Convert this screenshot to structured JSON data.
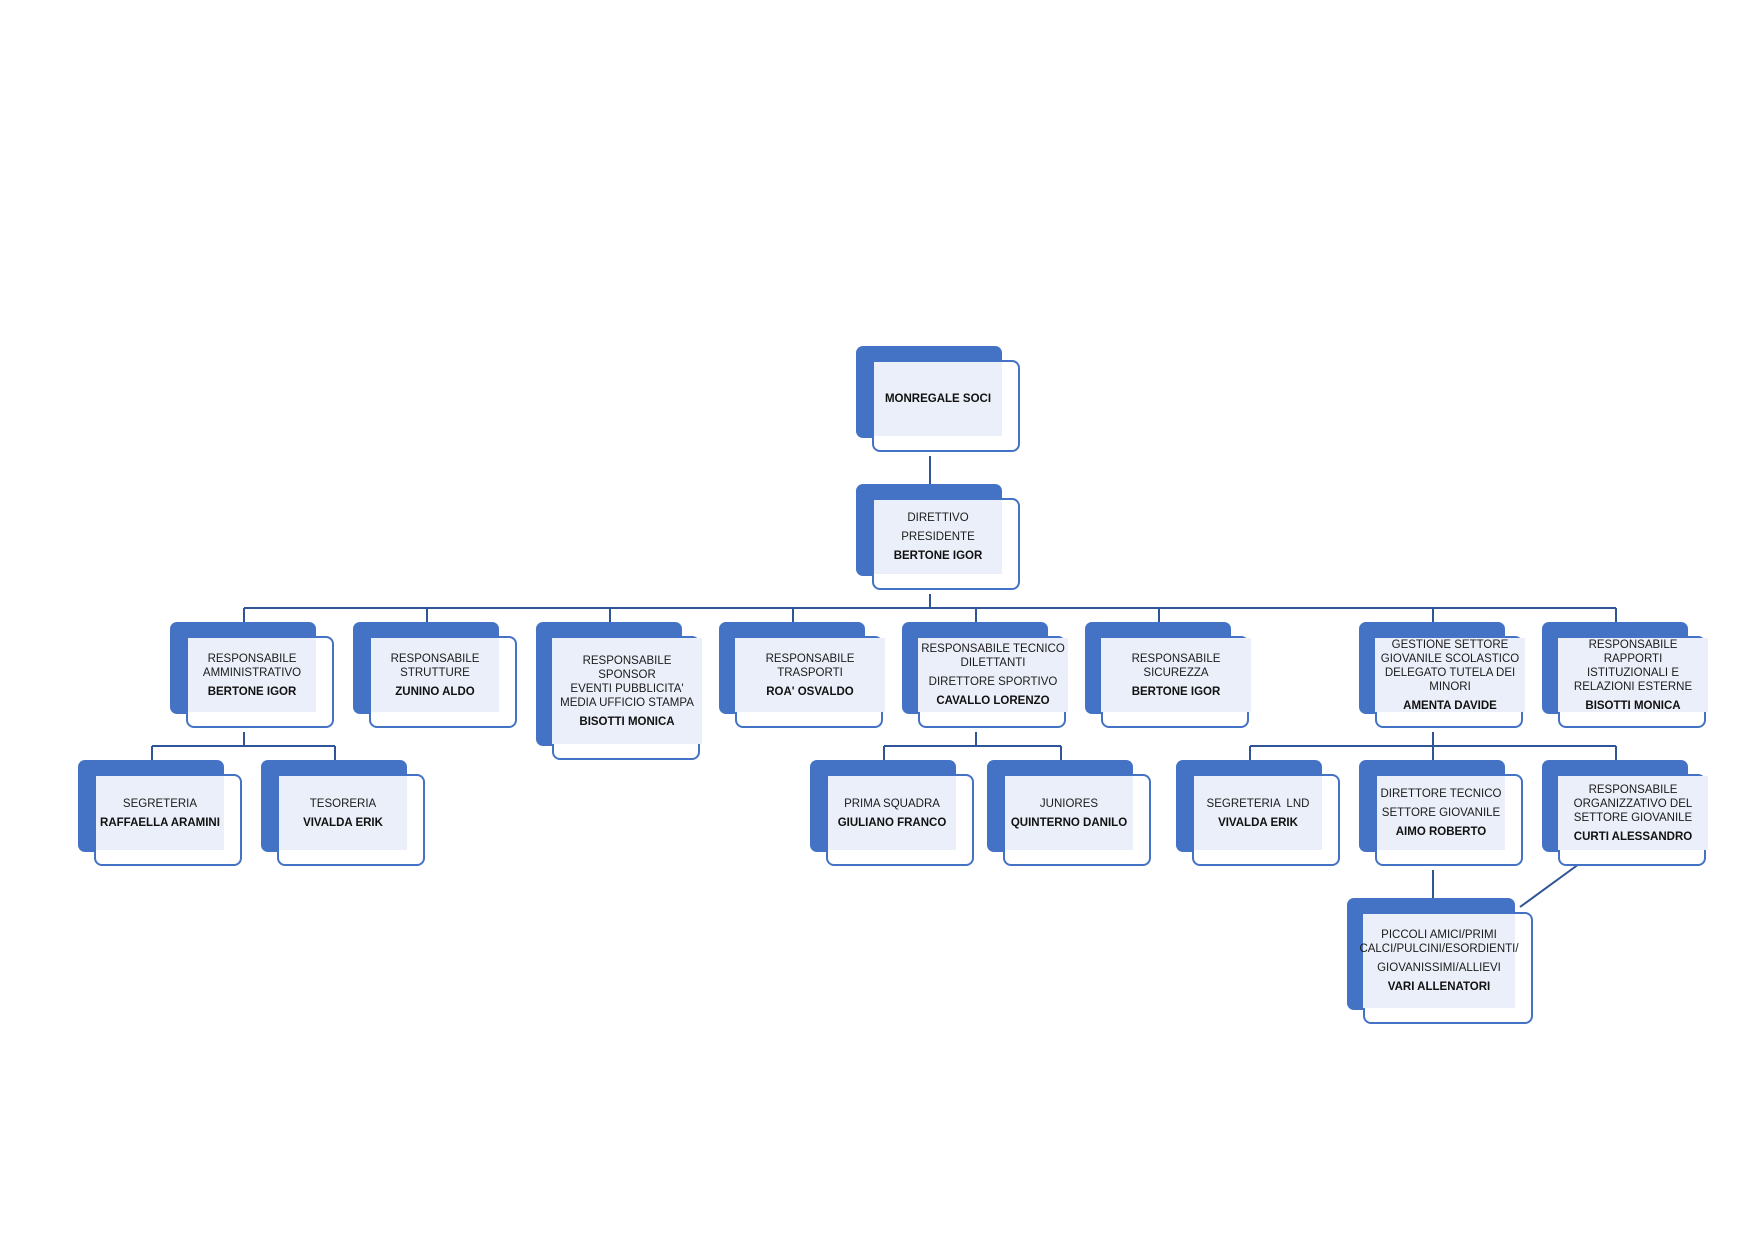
{
  "colors": {
    "accent": "#4472c4",
    "line": "#2f5597",
    "inner": "#ebeff9"
  },
  "nodes": {
    "soci": {
      "name": "MONREGALE SOCI"
    },
    "direttivo": {
      "l1": "DIRETTIVO",
      "l2": "PRESIDENTE",
      "name": "BERTONE IGOR"
    },
    "amministrativo": {
      "l1": "RESPONSABILE",
      "l2": "AMMINISTRATIVO",
      "name": "BERTONE IGOR"
    },
    "strutture": {
      "l1": "RESPONSABILE",
      "l2": "STRUTTURE",
      "name": "ZUNINO ALDO"
    },
    "sponsor": {
      "l1": "RESPONSABILE SPONSOR",
      "l2": "EVENTI PUBBLICITA'",
      "l3": "MEDIA UFFICIO STAMPA",
      "name": "BISOTTI MONICA"
    },
    "trasporti": {
      "l1": "RESPONSABILE TRASPORTI",
      "name": "ROA' OSVALDO"
    },
    "tecnico": {
      "l1": "RESPONSABILE TECNICO",
      "l2": "DILETTANTI",
      "l3": "DIRETTORE SPORTIVO",
      "name": "CAVALLO LORENZO"
    },
    "sicurezza": {
      "l1": "RESPONSABILE SICUREZZA",
      "name": "BERTONE IGOR"
    },
    "giovanile": {
      "l1": "GESTIONE SETTORE",
      "l2": "GIOVANILE SCOLASTICO",
      "l3": "DELEGATO TUTELA DEI",
      "l4": "MINORI",
      "name": "AMENTA DAVIDE"
    },
    "rapporti": {
      "l1": "RESPONSABILE RAPPORTI",
      "l2": "ISTITUZIONALI E",
      "l3": "RELAZIONI ESTERNE",
      "name": "BISOTTI MONICA"
    },
    "segreteria": {
      "l1": "SEGRETERIA",
      "name": "RAFFAELLA ARAMINI"
    },
    "tesoreria": {
      "l1": "TESORERIA",
      "name": "VIVALDA ERIK"
    },
    "prima": {
      "l1": "PRIMA SQUADRA",
      "name": "GIULIANO FRANCO"
    },
    "juniores": {
      "l1": "JUNIORES",
      "name": "QUINTERNO DANILO"
    },
    "segreteria_lnd": {
      "l1": "SEGRETERIA  LND",
      "name": "VIVALDA ERIK"
    },
    "dir_tecnico_sg": {
      "l1": "DIRETTORE TECNICO",
      "l2": "SETTORE GIOVANILE",
      "name": "AIMO ROBERTO"
    },
    "organizzativo": {
      "l1": "RESPONSABILE",
      "l2": "ORGANIZZATIVO DEL",
      "l3": "SETTORE GIOVANILE",
      "name": "CURTI ALESSANDRO"
    },
    "piccoli": {
      "l1": "PICCOLI AMICI/PRIMI",
      "l2": "CALCI/PULCINI/ESORDIENTI/",
      "l3": "GIOVANISSIMI/ALLIEVI",
      "name": "VARI ALLENATORI"
    }
  }
}
